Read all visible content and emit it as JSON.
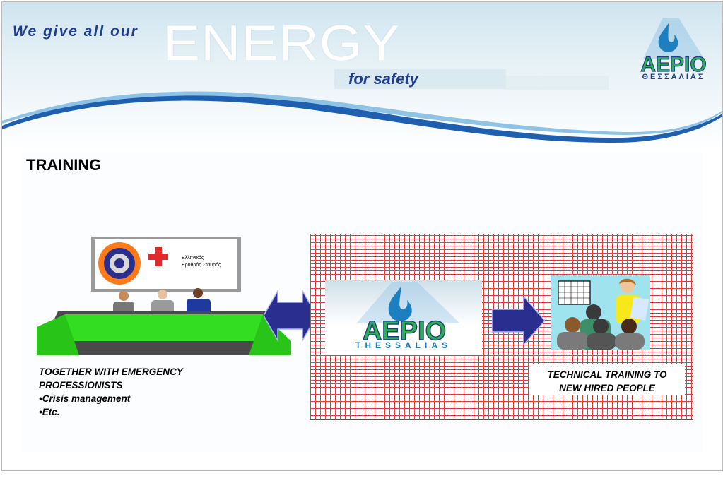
{
  "header": {
    "tagline": "We give all our",
    "energy_word": "ENERGY",
    "subtitle": "for safety",
    "logo_main": "ΑΕΡΙΟ",
    "logo_sub": "ΘΕΣΣΑΛΙΑΣ"
  },
  "slide": {
    "title": "TRAINING"
  },
  "left": {
    "red_cross_text_line1": "Ελληνικός",
    "red_cross_text_line2": "Ερυθρός Σταυρός",
    "lines": [
      "TOGETHER WITH EMERGENCY",
      "PROFESSIONISTS",
      "•Crisis management",
      "•Etc."
    ]
  },
  "center": {
    "logo_main": "ΑΕΡΙΟ",
    "logo_sub": "THESSALIAS"
  },
  "right": {
    "lines": [
      "TECHNICAL TRAINING TO",
      "NEW HIRED PEOPLE"
    ]
  },
  "colors": {
    "brand_blue": "#1e3d8f",
    "logo_green": "#2bb34a",
    "logo_flame": "#1e7fc0",
    "pattern_red": "#e23b3b",
    "arrow_navy": "#2a2e8f",
    "table_green": "#33dd22"
  }
}
